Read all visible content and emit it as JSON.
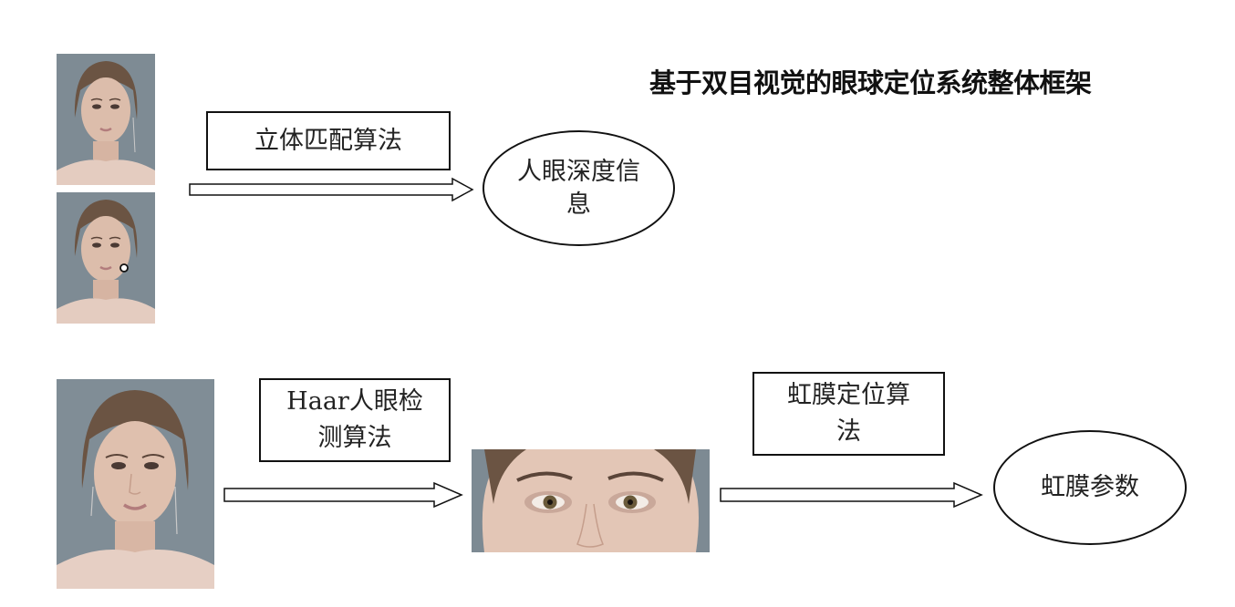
{
  "diagram": {
    "title": "基于双目视觉的眼球定位系统整体框架",
    "nodes": {
      "stereo_algorithm": "立体匹配算法",
      "eye_depth_info": "人眼深度信\n息",
      "haar_detection": "Haar人眼检\n测算法",
      "iris_algorithm": "虹膜定位算\n法",
      "iris_params": "虹膜参数"
    },
    "edges": [
      {
        "from": "stereo-image-pair",
        "to": "eye_depth_info",
        "label": "立体匹配算法"
      },
      {
        "from": "face-photo",
        "to": "eye-region-crop",
        "label": "Haar人眼检\n测算法"
      },
      {
        "from": "eye-region-crop",
        "to": "iris_params",
        "label": "虹膜定位算\n法"
      }
    ],
    "images": [
      {
        "role": "left-stereo-face-photo"
      },
      {
        "role": "right-stereo-face-photo"
      },
      {
        "role": "input-face-photo"
      },
      {
        "role": "detected-eye-region-crop"
      }
    ],
    "colors": {
      "background": "#ffffff",
      "stroke": "#111111",
      "photo_bg": "#7e8b94",
      "skin": "#d9b9a6"
    }
  }
}
